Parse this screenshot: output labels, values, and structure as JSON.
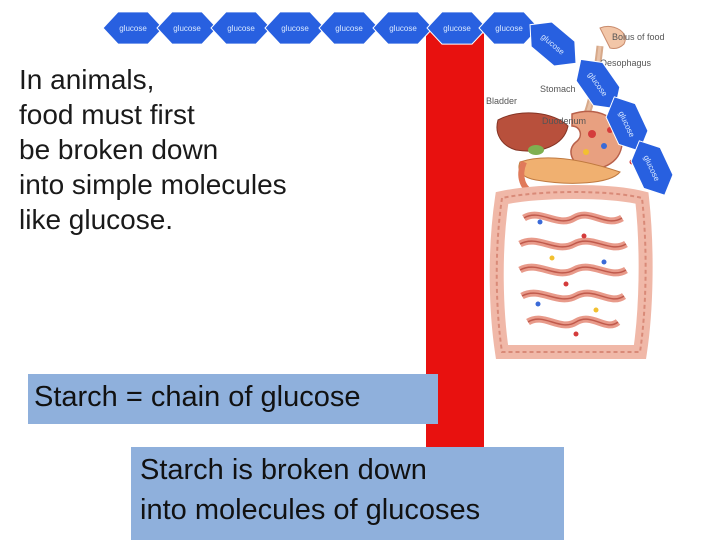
{
  "glucose_label": "glucose",
  "intro_lines": [
    "In animals,",
    "food must first",
    "be broken down",
    "into simple molecules",
    "like glucose."
  ],
  "box1_text": "Starch = chain of glucose",
  "box2_lines": [
    "Starch is broken down",
    "into molecules of glucoses"
  ],
  "diagram_labels": {
    "bolus": "Bolus of food",
    "oesophagus": "Oesophagus",
    "stomach": "Stomach",
    "bladder": "Bladder",
    "duodenum": "Duodenum"
  },
  "colors": {
    "red_bar": "#e8110f",
    "box": "#8fb0dc",
    "glucose_hexagon": "#2860e0"
  }
}
